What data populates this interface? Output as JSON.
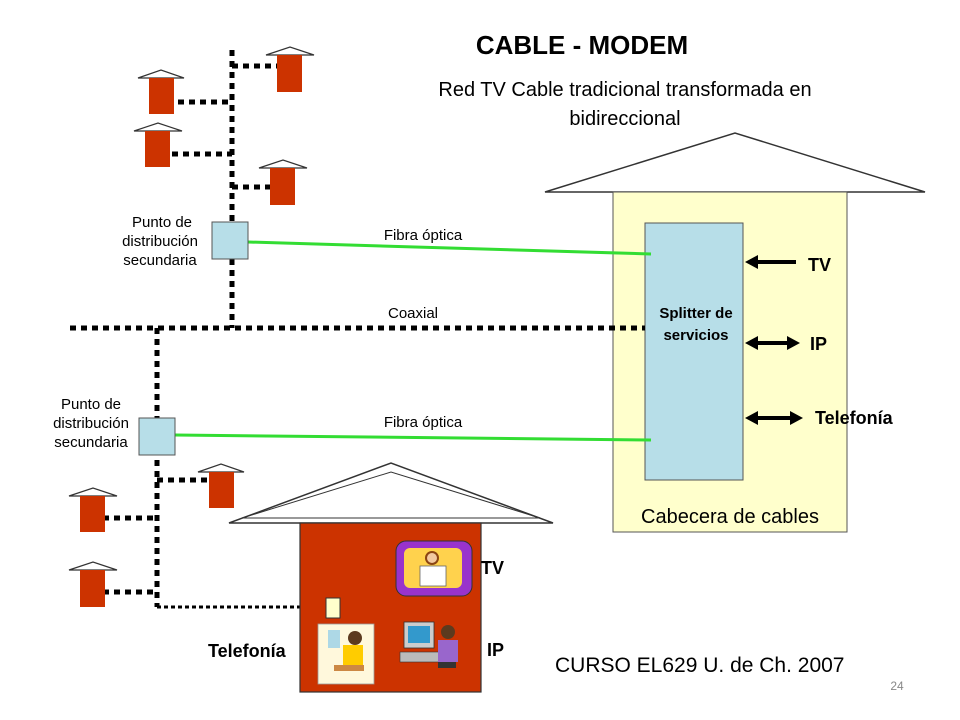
{
  "title": "CABLE -  MODEM",
  "subtitle_line1": "Red TV Cable tradicional transformada en",
  "subtitle_line2": "bidireccional",
  "labels": {
    "distribution_point_upper": [
      "Punto de",
      "distribución",
      "secundaria"
    ],
    "distribution_point_lower": [
      "Punto de",
      "distribución",
      "secundaria"
    ],
    "fiber_upper": "Fibra óptica",
    "fiber_lower": "Fibra óptica",
    "coax": "Coaxial",
    "splitter_line1": "Splitter de",
    "splitter_line2": "servicios",
    "headend": "Cabecera de cables",
    "service_tv": "TV",
    "service_ip": "IP",
    "service_telefonia": "Telefonía",
    "home_tv": "TV",
    "home_telefonia": "Telefonía",
    "home_ip": "IP"
  },
  "footer": "CURSO  EL629   U. de Ch.  2007",
  "page_number": "24",
  "colors": {
    "house_red": "#CC3300",
    "headend_fill": "#FFFFCC",
    "splitter_fill": "#B7DEE8",
    "fiber_green": "#33DD33",
    "node_fill": "#B7DEE8"
  }
}
